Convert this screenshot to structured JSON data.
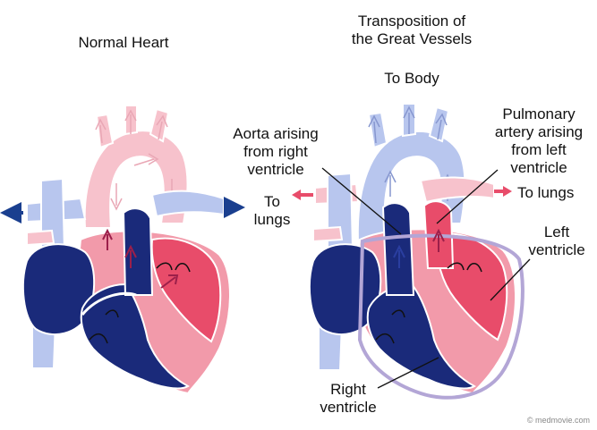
{
  "titles": {
    "normal": "Normal Heart",
    "transposition_line1": "Transposition of",
    "transposition_line2": "the Great Vessels"
  },
  "labels": {
    "to_body": "To Body",
    "pulmonary_l1": "Pulmonary",
    "pulmonary_l2": "artery arising",
    "pulmonary_l3": "from left",
    "pulmonary_l4": "ventricle",
    "aorta_l1": "Aorta arising",
    "aorta_l2": "from right",
    "aorta_l3": "ventricle",
    "to_lungs_left_l1": "To",
    "to_lungs_left_l2": "lungs",
    "to_lungs_right": "To lungs",
    "left_ventricle_l1": "Left",
    "left_ventricle_l2": "ventricle",
    "right_ventricle_l1": "Right",
    "right_ventricle_l2": "ventricle"
  },
  "credit": "© medmovie.com",
  "colors": {
    "deoxygenated": "#1a2a7a",
    "light_blue": "#b8c6ee",
    "oxygenated": "#e84c6a",
    "light_pink": "#f7c2cc",
    "mid_pink": "#f29aaa",
    "arrow_blue": "#1a3f8f",
    "arrow_pink": "#e84c6a"
  }
}
